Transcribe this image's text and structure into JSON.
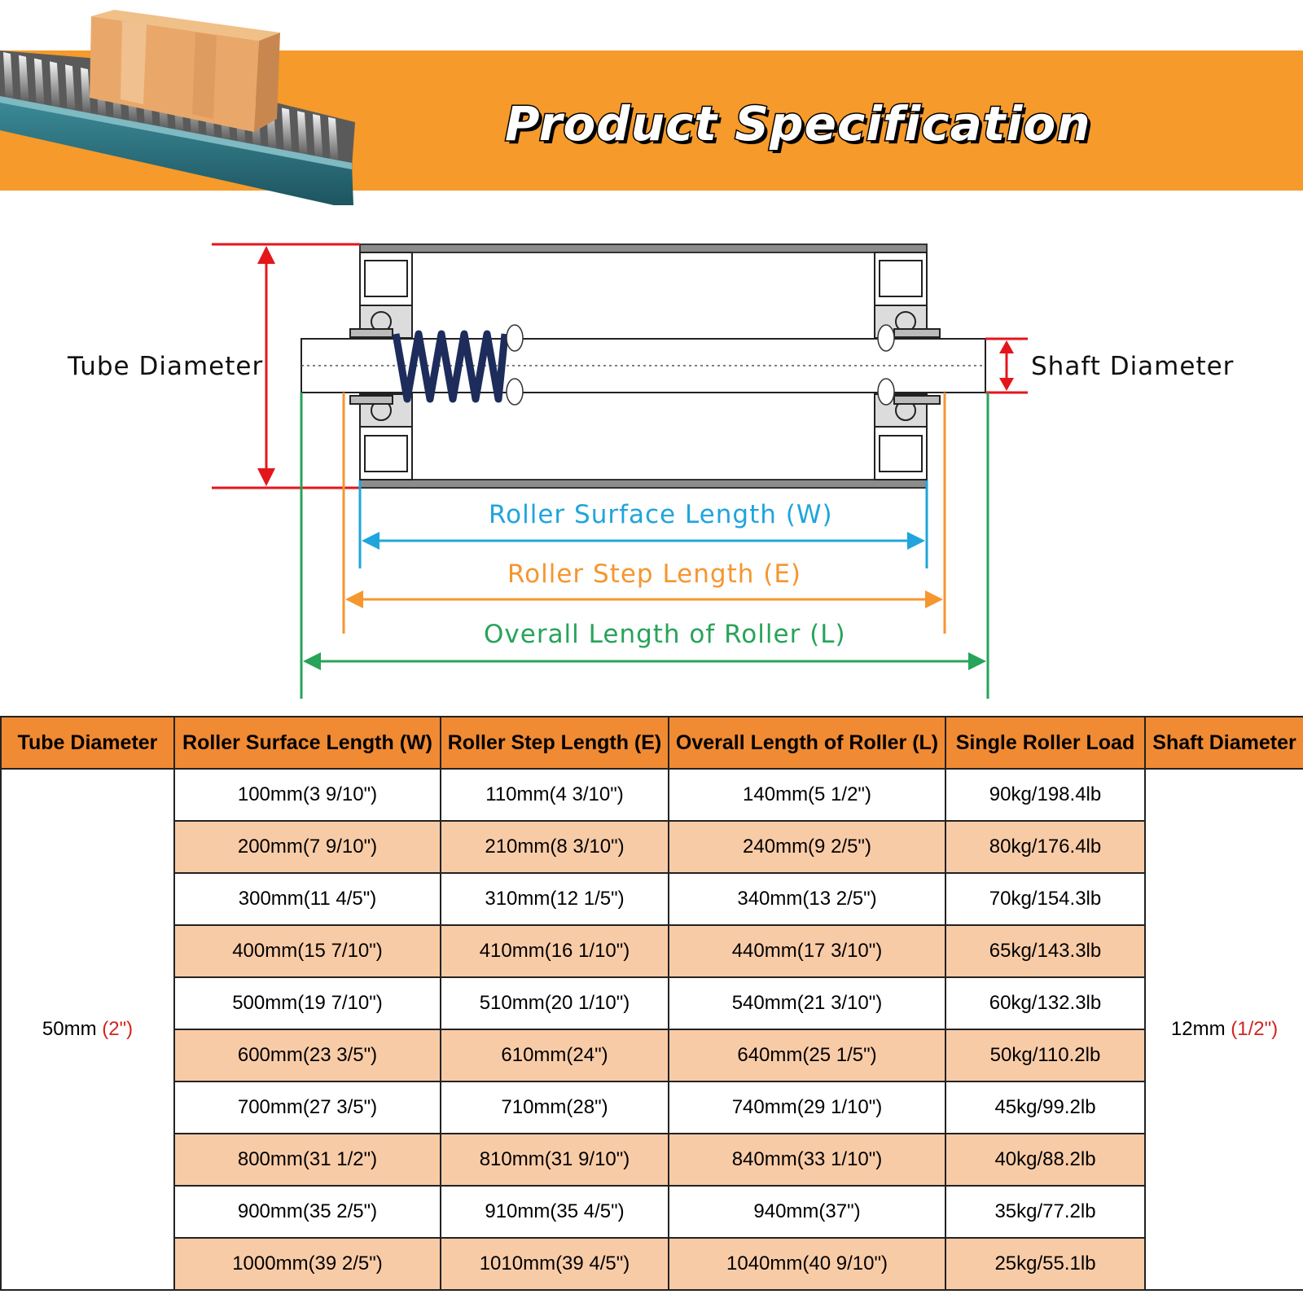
{
  "banner": {
    "title": "Product Specification",
    "color": "#f59a2b"
  },
  "diagram": {
    "tube_diameter_label": "Tube Diameter",
    "shaft_diameter_label": "Shaft Diameter",
    "surface_length_label": "Roller Surface Length (W)",
    "step_length_label": "Roller Step Length (E)",
    "overall_length_label": "Overall Length of Roller (L)",
    "colors": {
      "tube": "#e3161b",
      "shaft": "#e3161b",
      "surface": "#1fa5dc",
      "step": "#f5962f",
      "overall": "#27a35a"
    }
  },
  "table": {
    "headers": [
      "Tube Diameter",
      "Roller Surface Length (W)",
      "Roller Step Length (E)",
      "Overall Length of Roller (L)",
      "Single Roller Load",
      "Shaft Diameter"
    ],
    "tube_diameter": {
      "value": "50mm",
      "imperial": "(2\")"
    },
    "shaft_diameter": {
      "value": "12mm",
      "imperial": "(1/2\")"
    },
    "rows": [
      [
        "100mm(3 9/10\")",
        "110mm(4 3/10\")",
        "140mm(5 1/2\")",
        "90kg/198.4lb"
      ],
      [
        "200mm(7 9/10\")",
        "210mm(8 3/10\")",
        "240mm(9 2/5\")",
        "80kg/176.4lb"
      ],
      [
        "300mm(11 4/5\")",
        "310mm(12 1/5\")",
        "340mm(13 2/5\")",
        "70kg/154.3lb"
      ],
      [
        "400mm(15 7/10\")",
        "410mm(16 1/10\")",
        "440mm(17 3/10\")",
        "65kg/143.3lb"
      ],
      [
        "500mm(19 7/10\")",
        "510mm(20 1/10\")",
        "540mm(21 3/10\")",
        "60kg/132.3lb"
      ],
      [
        "600mm(23 3/5\")",
        "610mm(24\")",
        "640mm(25 1/5\")",
        "50kg/110.2lb"
      ],
      [
        "700mm(27 3/5\")",
        "710mm(28\")",
        "740mm(29 1/10\")",
        "45kg/99.2lb"
      ],
      [
        "800mm(31 1/2\")",
        "810mm(31 9/10\")",
        "840mm(33 1/10\")",
        "40kg/88.2lb"
      ],
      [
        "900mm(35 2/5\")",
        "910mm(35 4/5\")",
        "940mm(37\")",
        "35kg/77.2lb"
      ],
      [
        "1000mm(39 2/5\")",
        "1010mm(39 4/5\")",
        "1040mm(40 9/10\")",
        "25kg/55.1lb"
      ]
    ]
  }
}
